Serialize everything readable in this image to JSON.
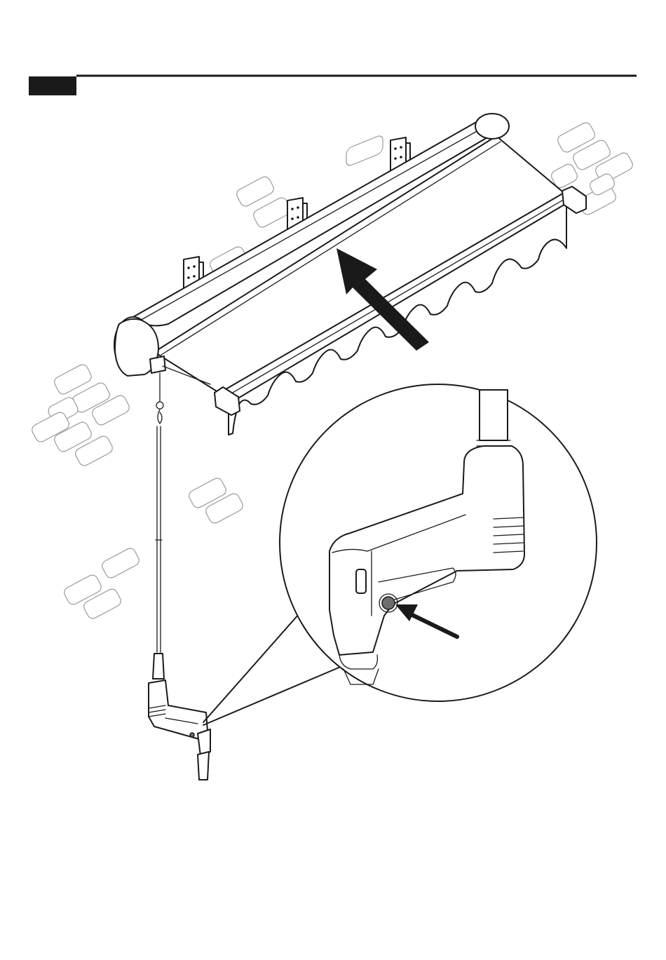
{
  "step_header": {
    "step_number_label": "",
    "rule_color": "#1a1a1a",
    "badge_color": "#1a1a1a"
  },
  "illustration": {
    "subject": "retractable-awning-with-motor-and-hand-crank",
    "arrow_direction": "retract-toward-wall",
    "zoom_callout_target": "crank-gear-housing-reset-button",
    "icons": [
      "retract-arrow-icon",
      "button-pointer-arrow-icon"
    ]
  }
}
